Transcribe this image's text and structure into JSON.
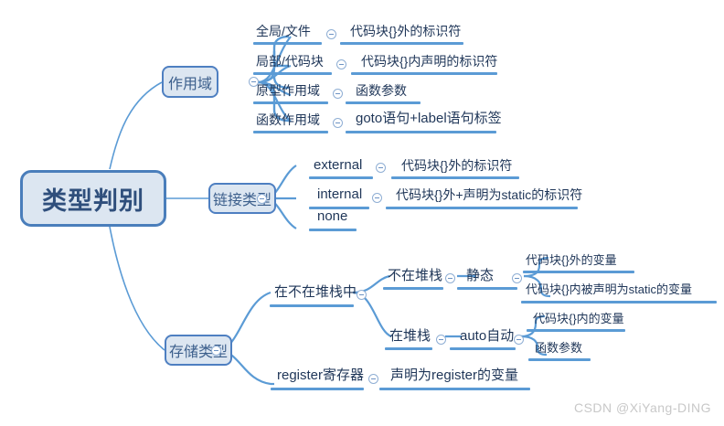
{
  "diagram": {
    "type": "mindmap",
    "title": "类型判别",
    "watermark": "CSDN @XiYang-DING",
    "colors": {
      "node_fill": "#dce6f1",
      "node_border": "#4e7fc1",
      "root_border": "#4a7ebb",
      "link_line": "#5b9bd5",
      "text": "#1f3658",
      "watermark": "#c8c8c8",
      "background": "#ffffff"
    },
    "root": {
      "label": "类型判别"
    },
    "branches": [
      {
        "id": "scope",
        "label": "作用域",
        "children": [
          {
            "label": "全局/文件",
            "detail": "代码块{}外的标识符"
          },
          {
            "label": "局部/代码块",
            "detail": "代码块{}内声明的标识符"
          },
          {
            "label": "原型作用域",
            "detail": "函数参数"
          },
          {
            "label": "函数作用域",
            "detail": "goto语句+label语句标签"
          }
        ]
      },
      {
        "id": "linkage",
        "label": "链接类型",
        "children": [
          {
            "label": "external",
            "detail": "代码块{}外的标识符"
          },
          {
            "label": "internal",
            "detail": "代码块{}外+声明为static的标识符"
          },
          {
            "label": "none",
            "detail": ""
          }
        ]
      },
      {
        "id": "storage",
        "label": "存储类型",
        "children": [
          {
            "label": "在不在堆栈中",
            "children": [
              {
                "label": "不在堆栈",
                "children": [
                  {
                    "label": "静态",
                    "children": [
                      {
                        "label": "代码块{}外的变量"
                      },
                      {
                        "label": "代码块{}内被声明为static的变量"
                      }
                    ]
                  }
                ]
              },
              {
                "label": "在堆栈",
                "children": [
                  {
                    "label": "auto自动",
                    "children": [
                      {
                        "label": "代码块{}内的变量"
                      },
                      {
                        "label": "函数参数"
                      }
                    ]
                  }
                ]
              }
            ]
          },
          {
            "label": "register寄存器",
            "detail": "声明为register的变量"
          }
        ]
      }
    ]
  }
}
